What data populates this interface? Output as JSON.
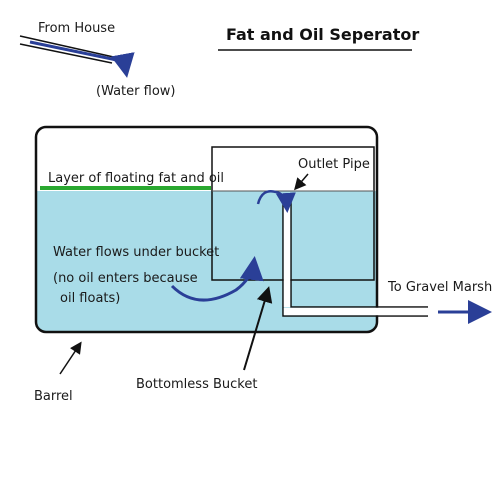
{
  "diagram": {
    "title": "Fat and Oil Seperator",
    "labels": {
      "from_house": "From House",
      "water_flow": "(Water flow)",
      "fat_layer": "Layer of floating fat and oil",
      "outlet_pipe": "Outlet Pipe",
      "flows_under": "Water flows under bucket",
      "no_oil_line1": "(no oil enters because",
      "no_oil_line2": "oil floats)",
      "to_gravel": "To Gravel Marsh",
      "barrel": "Barrel",
      "bucket": "Bottomless Bucket"
    },
    "colors": {
      "water": "#a9dce8",
      "fat_layer": "#2aa830",
      "flow_arrow": "#2a3f97",
      "outline": "#111111",
      "background": "#ffffff"
    }
  }
}
